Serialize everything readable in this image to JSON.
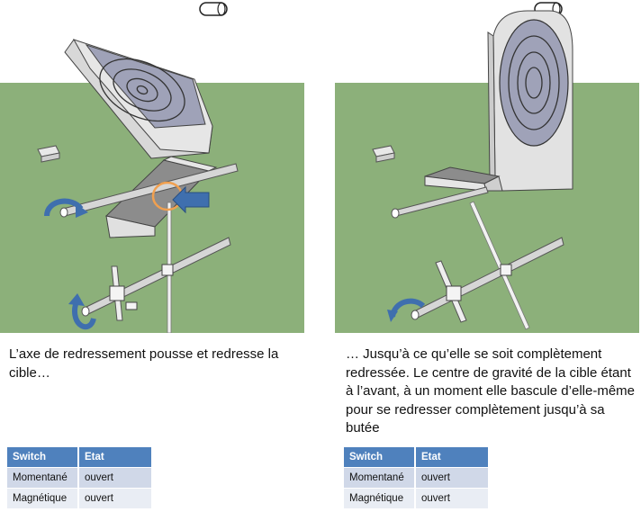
{
  "panels": [
    {
      "caption": "L’axe de redressement pousse et redresse la cible…",
      "table": {
        "headers": [
          "Switch",
          "Etat"
        ],
        "rows": [
          [
            "Momentané",
            "ouvert"
          ],
          [
            "Magnétique",
            "ouvert"
          ]
        ]
      }
    },
    {
      "caption": "… Jusqu’à ce qu’elle se soit complètement redressée. Le centre de gravité de la cible étant à l’avant, à un moment elle bascule d’elle-même pour se redresser complètement jusqu’à sa butée",
      "table": {
        "headers": [
          "Switch",
          "Etat"
        ],
        "rows": [
          [
            "Momentané",
            "ouvert"
          ],
          [
            "Magnétique",
            "ouvert"
          ]
        ]
      }
    }
  ],
  "colors": {
    "sky": "#ffffff",
    "grass": "#8cb07a",
    "target_face": "#9fa2b8",
    "target_body": "#e2e2e2",
    "arrow_blue": "#3f6fae",
    "highlight_ring": "#f0a050",
    "table_header": "#4f81bd",
    "table_row_1": "#d0d8e8",
    "table_row_2": "#e9edf4"
  },
  "icons": [
    "rotation-arrow-icon",
    "push-arrow-icon",
    "highlight-ring-icon"
  ]
}
